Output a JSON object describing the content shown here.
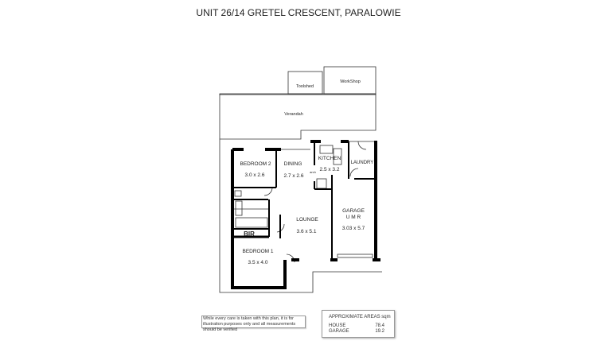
{
  "title": "UNIT 26/14 GRETEL CRESCENT, PARALOWIE",
  "rooms": {
    "toolshed": "Toolshed",
    "workshop": "WorkShop",
    "verandah": "Verandah",
    "bedroom2": {
      "name": "BEDROOM 2",
      "size": "3.0 x 2.6"
    },
    "dining": {
      "name": "DINING",
      "size": "2.7 x 2.6"
    },
    "kitchen": {
      "name": "KITCHEN",
      "size": "2.5 x 3.2"
    },
    "laundry": "LAUNDRY",
    "arch": "arch",
    "lounge": {
      "name": "LOUNGE",
      "size": "3.6 x 5.1"
    },
    "garage": {
      "name": "GARAGE",
      "sub": "U M R",
      "size": "3.03 x 5.7"
    },
    "bir": "BIR",
    "bedroom1": {
      "name": "BEDROOM 1",
      "size": "3.5 x 4.0"
    }
  },
  "disclaimer": "While every care is taken with this plan, it is for illustration purposes only and all measurements should be verified",
  "areas": {
    "heading": "APPROXIMATE  AREAS  sqm",
    "rows": [
      {
        "label": "HOUSE",
        "value": "78.4"
      },
      {
        "label": "GARAGE",
        "value": "19.2"
      }
    ]
  }
}
